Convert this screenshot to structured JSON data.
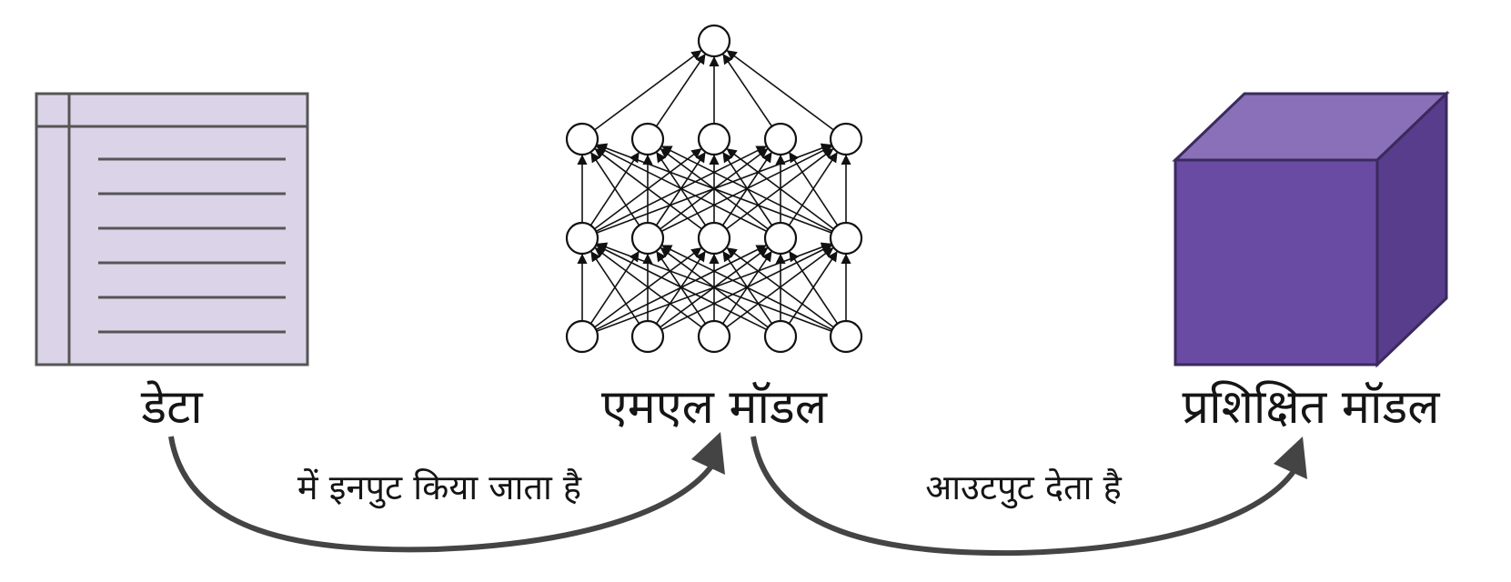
{
  "nodes": {
    "data": {
      "label": "डेटा",
      "icon": "data-table-icon",
      "fill": "#dbd3e8",
      "stroke": "#555555"
    },
    "ml_model": {
      "label": "एमएल मॉडल",
      "icon": "neural-network-icon",
      "layers": [
        5,
        5,
        5,
        1
      ]
    },
    "trained_model": {
      "label": "प्रशिक्षित मॉडल",
      "icon": "cube-icon",
      "front": "#6a4ba3",
      "top": "#8a70b8",
      "side": "#573d8b"
    }
  },
  "edges": [
    {
      "from": "data",
      "to": "ml_model",
      "label": "में इनपुट किया जाता है"
    },
    {
      "from": "ml_model",
      "to": "trained_model",
      "label": "आउटपुट देता है"
    }
  ],
  "colors": {
    "arrow": "#444444",
    "text": "#151515",
    "background": "#ffffff"
  }
}
